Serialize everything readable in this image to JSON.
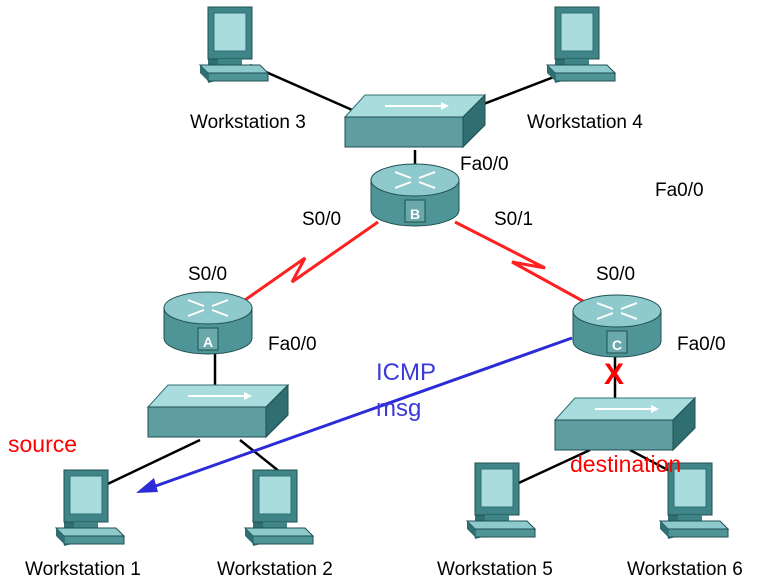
{
  "colors": {
    "device_body": "#5f9ea0",
    "device_top": "#8ec9cb",
    "device_dark": "#2f6f72",
    "wan_link": "#ff2020",
    "icmp_arrow": "#2b2bd8",
    "annotation_red": "#ff0000",
    "annotation_blue": "#3a3ad8"
  },
  "icons": {
    "router": "router-icon",
    "switch": "switch-icon",
    "workstation": "workstation-icon"
  },
  "workstations": {
    "ws1": "Workstation 1",
    "ws2": "Workstation 2",
    "ws3": "Workstation 3",
    "ws4": "Workstation 4",
    "ws5": "Workstation 5",
    "ws6": "Workstation 6"
  },
  "routers": {
    "a": {
      "letter": "A",
      "s00": "S0/0",
      "fa00": "Fa0/0"
    },
    "b": {
      "letter": "B",
      "s00": "S0/0",
      "s01": "S0/1",
      "fa00": "Fa0/0"
    },
    "c": {
      "letter": "C",
      "s00": "S0/0",
      "fa00": "Fa0/0"
    }
  },
  "stray_label": "Fa0/0",
  "annotations": {
    "source": "source",
    "destination": "destination",
    "icmp_line1": "ICMP",
    "icmp_line2": "msg",
    "failure_mark": "X"
  }
}
